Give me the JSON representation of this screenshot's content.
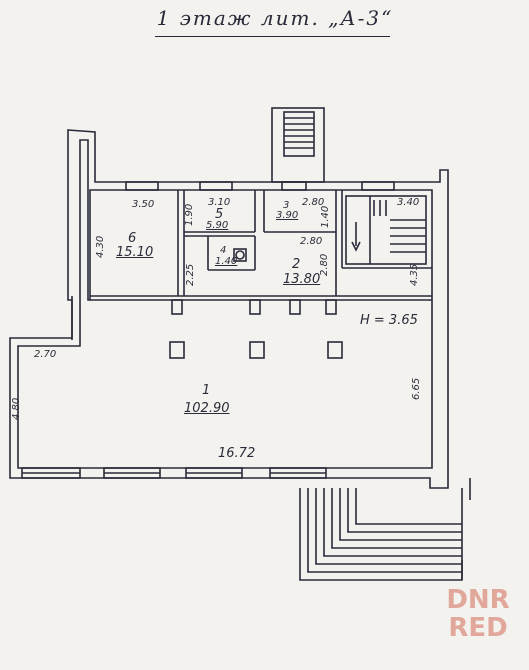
{
  "title": "1 этаж  лит. „А-3“",
  "height_label": "H = 3.65",
  "rooms": [
    {
      "number": "1",
      "area": "102.90"
    },
    {
      "number": "2",
      "area": "13.80"
    },
    {
      "number": "3",
      "area": "3.90"
    },
    {
      "number": "4",
      "area": "1.40"
    },
    {
      "number": "5",
      "area": "5.90"
    },
    {
      "number": "6",
      "area": "15.10"
    }
  ],
  "dimensions": {
    "d350": "3.50",
    "d310": "3.10",
    "d190": "1.90",
    "d430": "4.30",
    "d225": "2.25",
    "d280a": "2.80",
    "d140": "1.40",
    "d280b": "2.80",
    "d280c": "2.80",
    "d340": "3.40",
    "d435": "4.35",
    "d270": "2.70",
    "d480": "4.80",
    "d665": "6.65",
    "d1672": "16.72"
  },
  "watermark": {
    "line1": "DNR",
    "line2": "RED"
  }
}
